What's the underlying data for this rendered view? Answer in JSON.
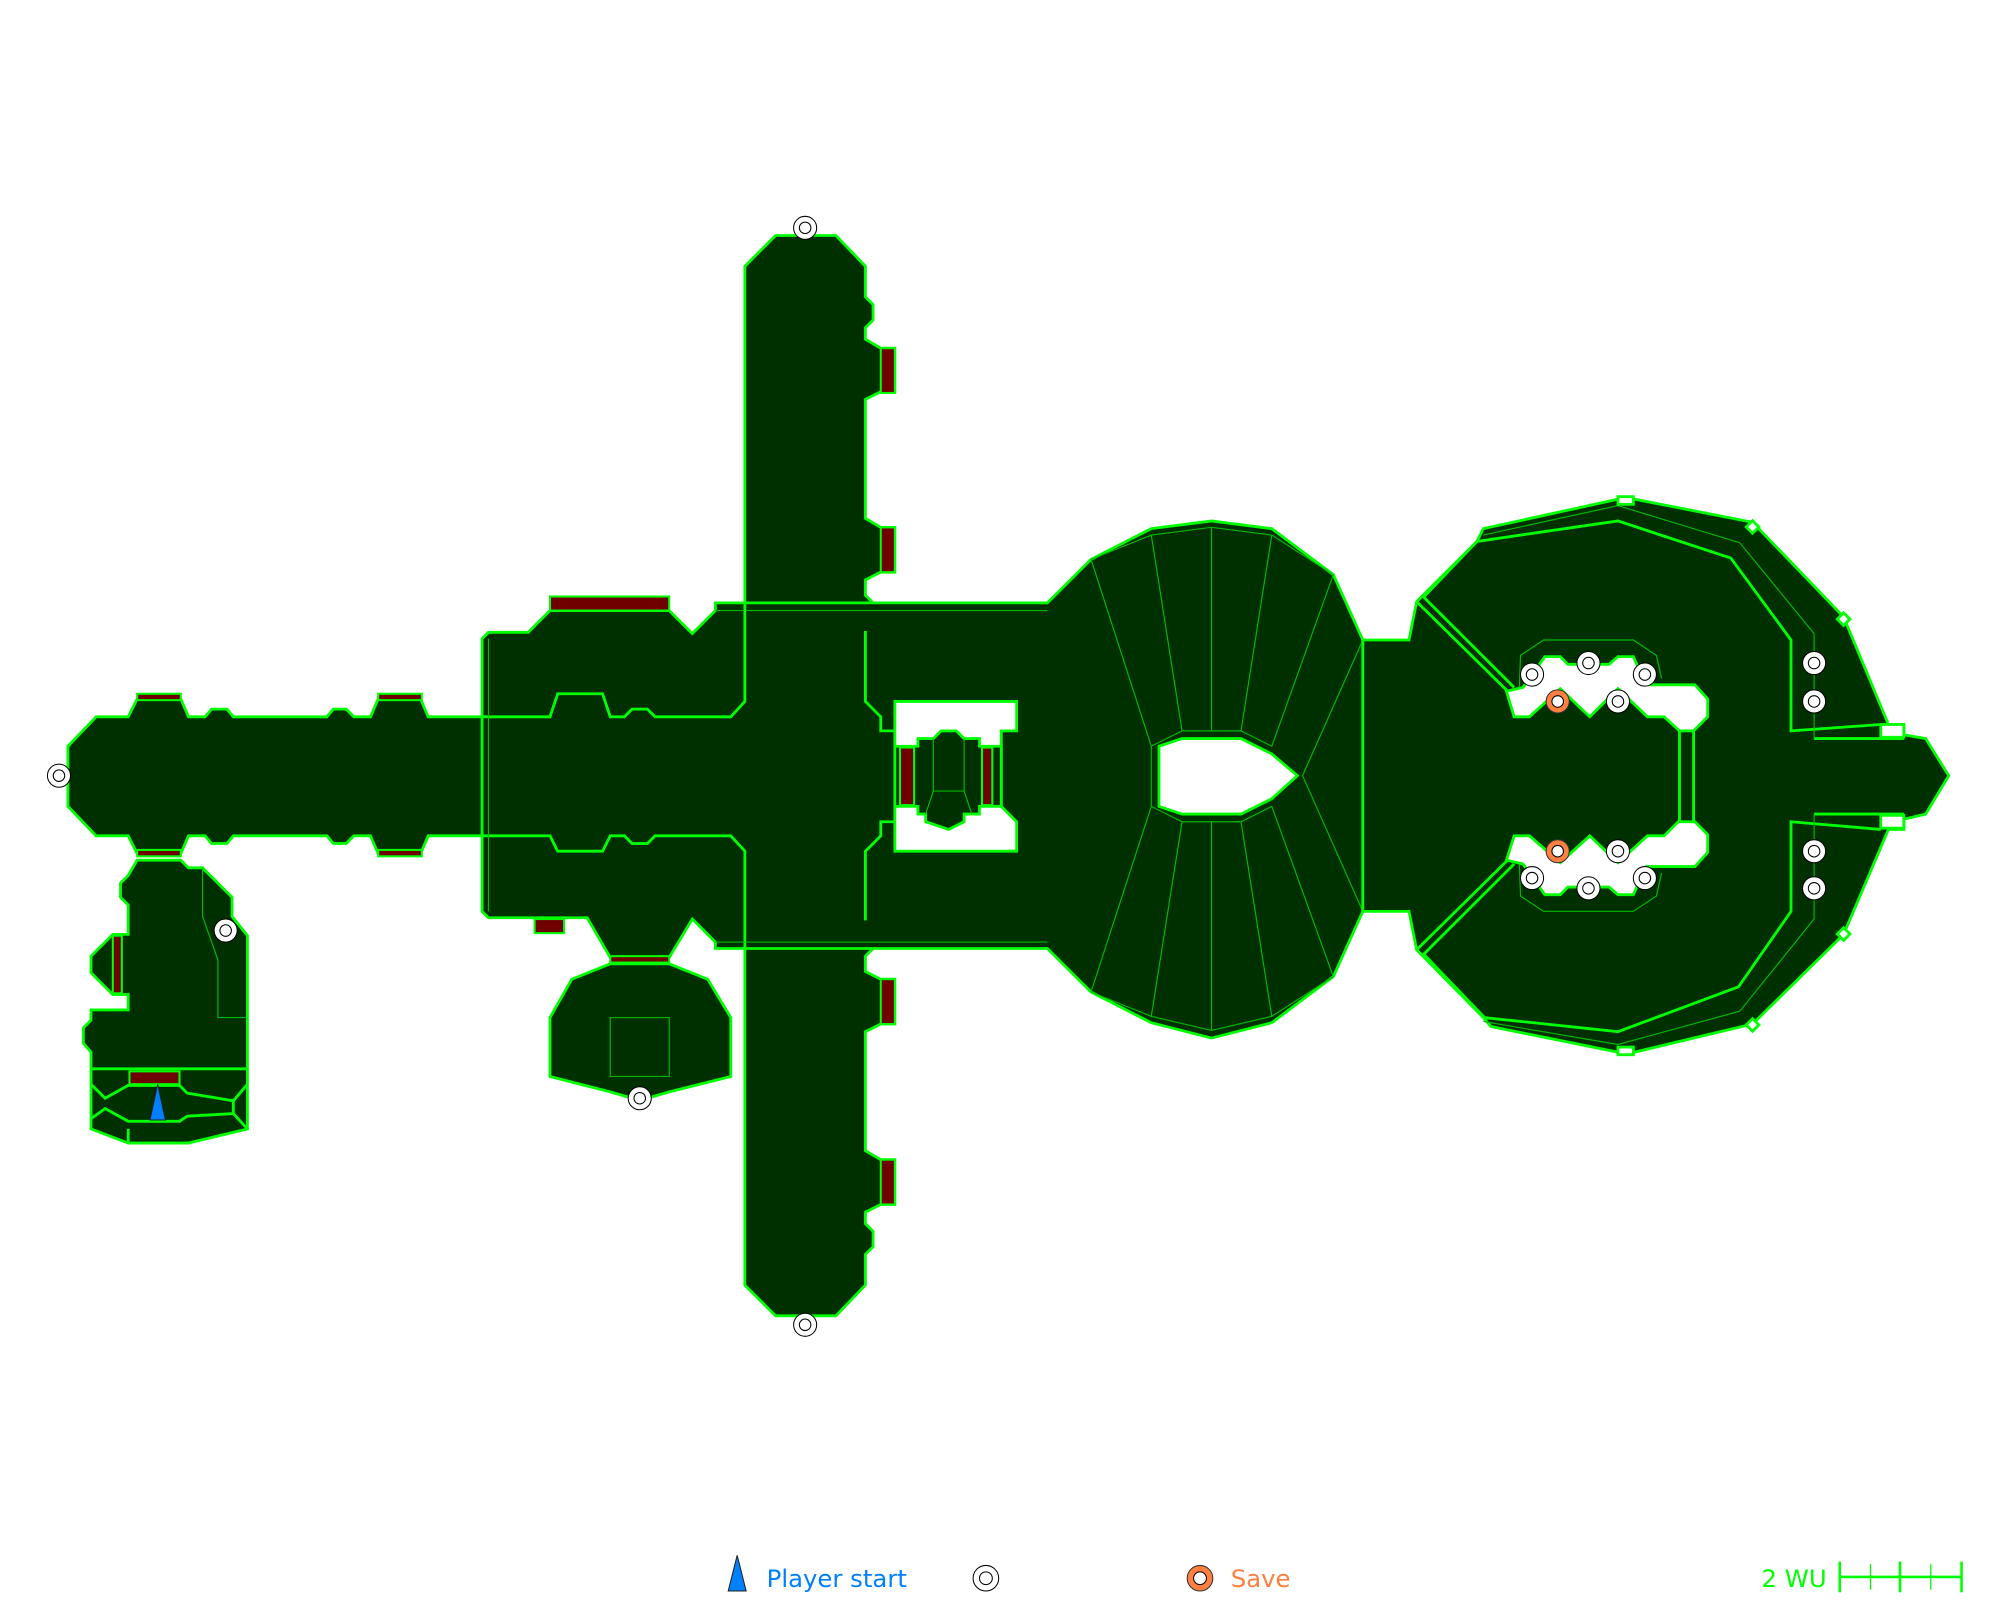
{
  "map": {
    "colors": {
      "floor": "#003000",
      "wall": "#00ff00",
      "door": "#700000",
      "player": "#0080ff",
      "save": "#ff8040"
    },
    "markers": {
      "pickup_icon": "ring-icon",
      "save_icon": "orange-ring-icon",
      "player_icon": "blue-triangle-icon"
    }
  },
  "legend": {
    "player_start": "Player start",
    "save": "Save",
    "scale_label": "2 WU"
  }
}
